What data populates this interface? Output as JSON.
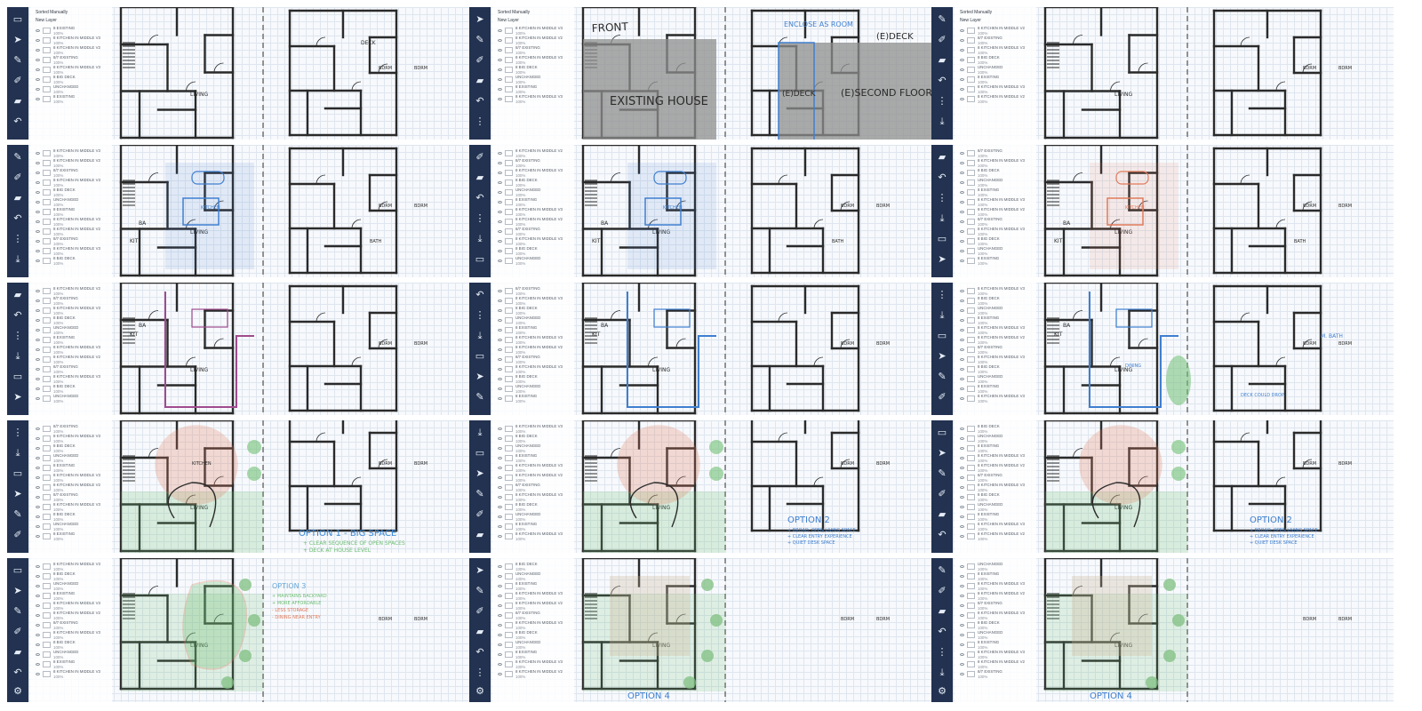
{
  "layer_panel": {
    "sort_label": "Sorted Manually",
    "new_layer_label": "New Layer",
    "layer_names": [
      "8 EXISTING",
      "8 KITCHEN IN MIDDLE V3",
      "8 KITCHEN IN MIDDLE V2",
      "8/7 EXISTING",
      "8 KITCHEN IN MIDDLE V3",
      "8 BIG DECK",
      "UNCHANGED"
    ],
    "opacity_label": "100%"
  },
  "annotations": {
    "front": "FRONT",
    "existing_house": "EXISTING HOUSE",
    "enclose_as_room": "ENCLOSE AS ROOM",
    "e_deck_top": "(E)DECK",
    "e_deck_side": "(E)DECK",
    "e_second_floor": "(E)SECOND FLOOR",
    "living": "LIVING",
    "bdrm": "BDRM",
    "bath": "BATH",
    "ba": "BA",
    "kit": "KIT",
    "kitchen": "KITCHEN",
    "dining": "DINING",
    "deck_label": "DECK",
    "m_bath": "M. BATH",
    "deck_could_drop": "DECK COULD DROP",
    "option1_title": "OPTION 1 - BIG SPACE",
    "option1_points": [
      "+ CLEAR SEQUENCE OF OPEN SPACES",
      "+ DECK AT HOUSE LEVEL"
    ],
    "option2_title": "OPTION 2",
    "option2_points": [
      "+ BROAD, OPEN LIVING SPACE",
      "+ CLEAR ENTRY EXPERIENCE",
      "+ QUIET DESK SPACE"
    ],
    "option3_title": "OPTION 3",
    "option3_points": [
      "+ MAINTAINS BACKYARD",
      "+ MORE AFFORDABLE",
      "- LESS STORAGE",
      "- DINING NEAR ENTRY"
    ],
    "option4_title": "OPTION 4"
  },
  "colors": {
    "toolbar": "#223250",
    "blue_sketch": "#3f7fd0",
    "orange_sketch": "#e07a5a",
    "green_sketch": "#6fbf73",
    "purple_sketch": "#a04b8e",
    "ink": "#2a2a2a"
  },
  "icons": [
    "layers-icon",
    "select-arrow-icon",
    "pen-icon",
    "marker-icon",
    "eraser-icon",
    "undo-icon",
    "grid-icon",
    "export-icon",
    "settings-icon"
  ]
}
